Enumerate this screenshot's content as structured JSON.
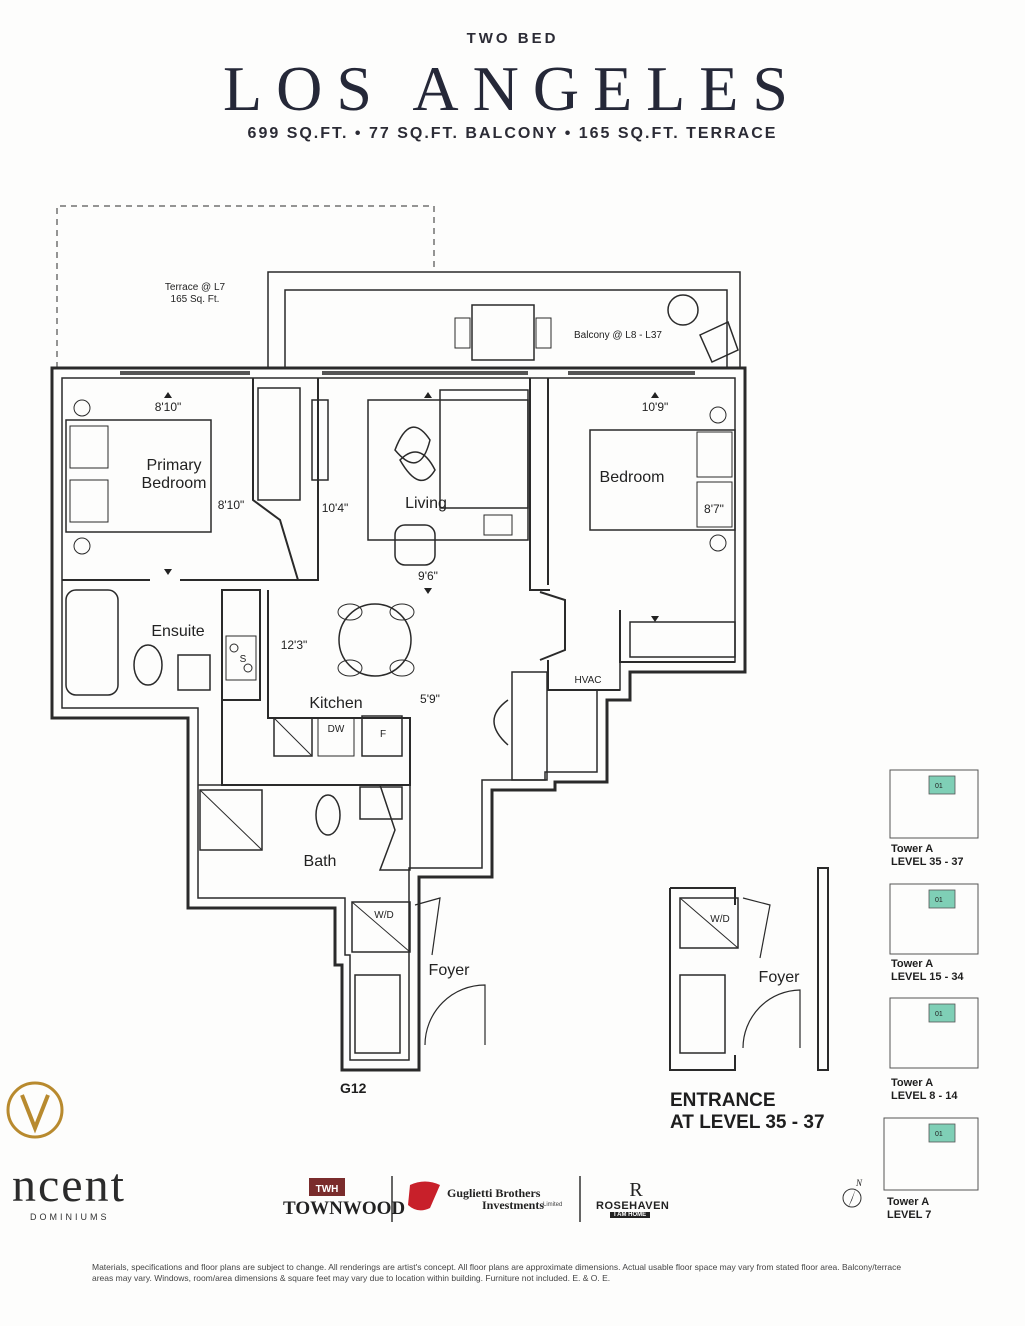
{
  "header": {
    "subtitle": "TWO BED",
    "title": "LOS ANGELES",
    "stats": "699 SQ.FT. • 77 SQ.FT. BALCONY • 165 SQ.FT. TERRACE"
  },
  "terrace": {
    "name": "Terrace @ L7",
    "area": "165 Sq. Ft."
  },
  "balcony": {
    "name": "Balcony @ L8 - L37"
  },
  "rooms": {
    "primary_line1": "Primary",
    "primary_line2": "Bedroom",
    "living": "Living",
    "bedroom": "Bedroom",
    "ensuite": "Ensuite",
    "kitchen": "Kitchen",
    "bath": "Bath",
    "foyer": "Foyer",
    "hvac": "HVAC"
  },
  "dimensions": {
    "primary_w": "8'10\"",
    "primary_h": "8'10\"",
    "living_w": "10'4\"",
    "living_h": "9'6\"",
    "bedroom_w": "10'9\"",
    "bedroom_h": "8'7\"",
    "kitchen_w": "12'3\"",
    "kitchen_h": "5'9\""
  },
  "appliances": {
    "stove": "S",
    "dishwasher": "DW",
    "fridge": "F",
    "washer_dryer": "W/D"
  },
  "unit_code": "G12",
  "entrance": {
    "line1": "ENTRANCE",
    "line2": "AT LEVEL 35 - 37",
    "foyer": "Foyer",
    "washer_dryer": "W/D"
  },
  "key_plans": [
    {
      "unit": "01",
      "tower": "Tower A",
      "level": "LEVEL 35 - 37"
    },
    {
      "unit": "01",
      "tower": "Tower A",
      "level": "LEVEL 15 - 34"
    },
    {
      "unit": "01",
      "tower": "Tower A",
      "level": "LEVEL 8 - 14"
    },
    {
      "unit": "01",
      "tower": "Tower A",
      "level": "LEVEL 7"
    }
  ],
  "branding": {
    "wordmark": "ncent",
    "sub": "DOMINIUMS",
    "townwood": "TOWNWOOD",
    "twh": "TWH",
    "guglietti_line1": "Guglietti Brothers",
    "guglietti_line2": "Investments",
    "guglietti_suffix": "Limited",
    "rosehaven": "ROSEHAVEN",
    "rosehaven_tag": "I AM HOME"
  },
  "north": "N",
  "disclaimer": "Materials, specifications and floor plans are subject to change. All renderings are artist's concept. All floor plans are approximate dimensions. Actual usable floor space may vary from stated floor area. Balcony/terrace areas may vary. Windows, room/area dimensions & square feet may vary due to location within building. Furniture not included. E. & O. E.",
  "colors": {
    "ink": "#252838",
    "wall": "#2a2a2a",
    "key_highlight": "#7fcfb6",
    "gold": "#b88a2e",
    "red": "#c8202a"
  }
}
